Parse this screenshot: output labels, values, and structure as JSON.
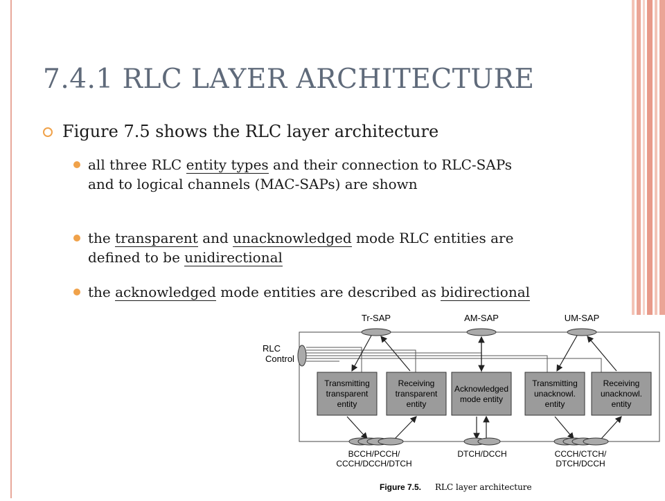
{
  "slide": {
    "title": "7.4.1 RLC LAYER ARCHITECTURE",
    "main_bullet": "Figure 7.5 shows the RLC layer architecture",
    "sub_bullets": [
      {
        "parts": [
          {
            "t": "all three RLC ",
            "u": false
          },
          {
            "t": "entity types",
            "u": true
          },
          {
            "t": " and their connection to RLC-SAPs and to logical channels (MAC-SAPs) are shown",
            "u": false
          }
        ]
      },
      {
        "parts": [
          {
            "t": "the ",
            "u": false
          },
          {
            "t": "transparent",
            "u": true
          },
          {
            "t": " and ",
            "u": false
          },
          {
            "t": "unacknowledged",
            "u": true
          },
          {
            "t": " mode RLC entities are defined to be ",
            "u": false
          },
          {
            "t": "unidirectional",
            "u": true
          }
        ]
      },
      {
        "parts": [
          {
            "t": "the ",
            "u": false
          },
          {
            "t": "acknowledged",
            "u": true
          },
          {
            "t": " mode entities are described as ",
            "u": false
          },
          {
            "t": "bidirectional",
            "u": true
          }
        ]
      }
    ]
  },
  "figure": {
    "sap_labels": [
      "Tr-SAP",
      "AM-SAP",
      "UM-SAP"
    ],
    "control_label_line1": "RLC",
    "control_label_line2": "Control",
    "entities": [
      {
        "line1": "Transmitting",
        "line2": "transparent",
        "line3": "entity"
      },
      {
        "line1": "Receiving",
        "line2": "transparent",
        "line3": "entity"
      },
      {
        "line1": "Acknowledged",
        "line2": "mode entity",
        "line3": ""
      },
      {
        "line1": "Transmitting",
        "line2": "unacknowl.",
        "line3": "entity"
      },
      {
        "line1": "Receiving",
        "line2": "unacknowl.",
        "line3": "entity"
      }
    ],
    "channel_labels": [
      {
        "line1": "BCCH/PCCH/",
        "line2": "CCCH/DCCH/DTCH"
      },
      {
        "line1": "DTCH/DCCH",
        "line2": ""
      },
      {
        "line1": "CCCH/CTCH/",
        "line2": "DTCH/DCCH"
      }
    ],
    "caption_bold": "Figure 7.5.",
    "caption_text": "RLC layer architecture"
  },
  "colors": {
    "accent": "#f0a24a",
    "title": "#5f6a7a",
    "stripe": "#e8a89a",
    "entity_fill": "#9b9b9b"
  }
}
